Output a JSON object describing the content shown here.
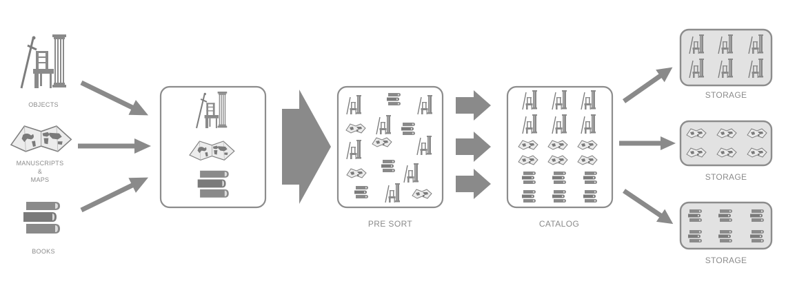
{
  "colors": {
    "icon": "#8a8a8a",
    "icon_dark": "#7a7a7a",
    "box_stroke": "#8c8c8c",
    "storage_fill": "#e2e2e2",
    "label": "#8a8a8a"
  },
  "sources": [
    {
      "label": "OBJECTS",
      "icon": "objects-icon"
    },
    {
      "label_lines": [
        "MANUSCRIPTS",
        "&",
        "MAPS"
      ],
      "icon": "map-icon"
    },
    {
      "label": "BOOKS",
      "icon": "books-icon"
    }
  ],
  "stages": {
    "pre_sort": "PRE SORT",
    "catalog": "CATALOG"
  },
  "storage": [
    {
      "label": "STORAGE",
      "icon": "objects-icon"
    },
    {
      "label": "STORAGE",
      "icon": "map-icon"
    },
    {
      "label": "STORAGE",
      "icon": "books-icon"
    }
  ]
}
